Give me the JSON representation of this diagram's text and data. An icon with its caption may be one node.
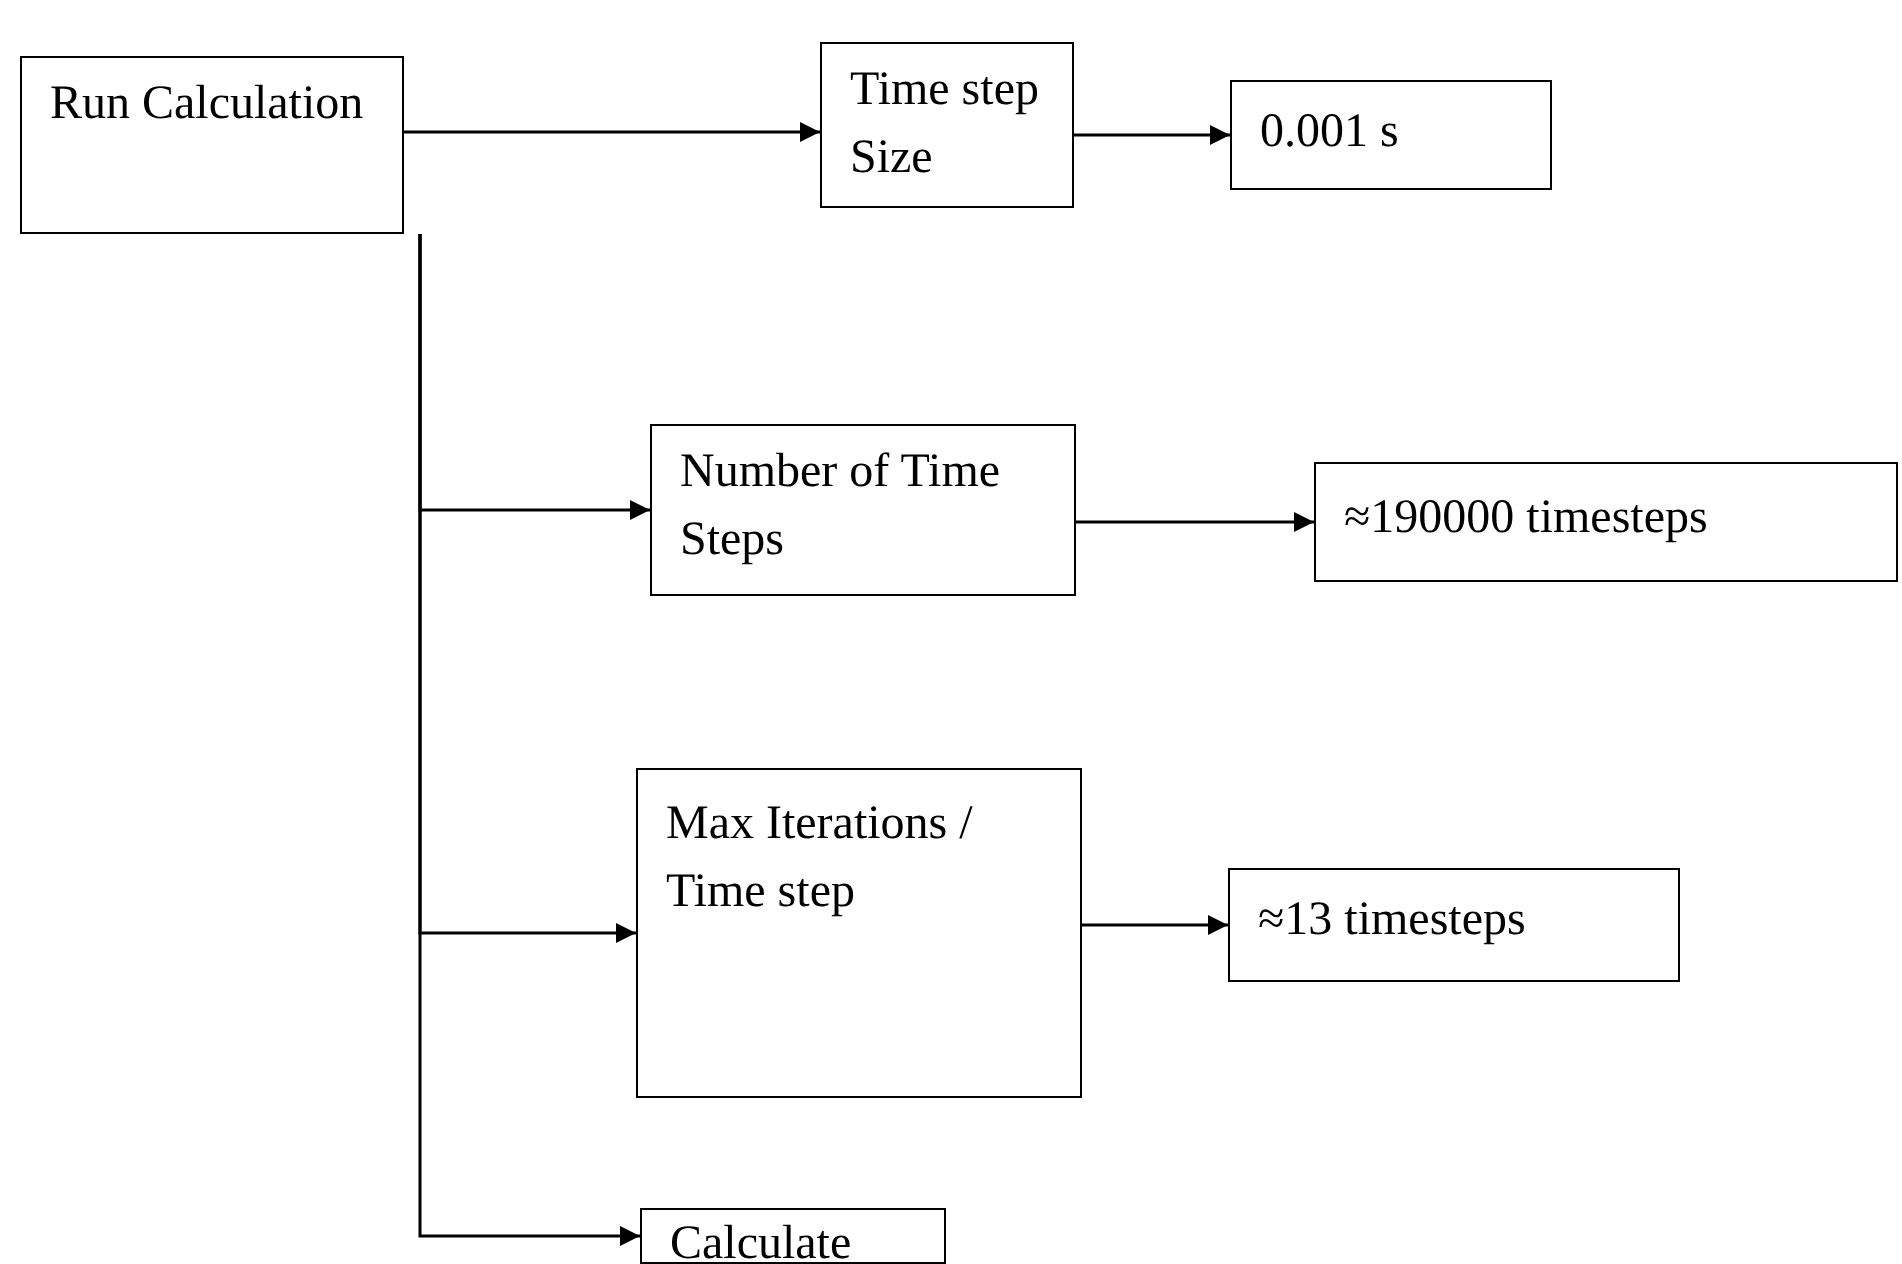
{
  "diagram": {
    "nodes": [
      {
        "text": [
          "Run Calculation"
        ]
      },
      {
        "text": [
          "Time step Size"
        ]
      },
      {
        "text": [
          "0.001 s"
        ]
      },
      {
        "text": [
          "Number of Time Steps"
        ]
      },
      {
        "text": [
          "≈190000 timesteps"
        ]
      },
      {
        "text": [
          "Max Iterations / Time step"
        ]
      },
      {
        "text": [
          "≈13 timesteps"
        ]
      },
      {
        "text": [
          "Calculate"
        ]
      }
    ],
    "edges": [
      {
        "from": 0,
        "to": 1,
        "arrow": "to"
      },
      {
        "from": 1,
        "to": 2,
        "arrow": "to"
      },
      {
        "from": 0,
        "to": 3,
        "arrow": "to"
      },
      {
        "from": 3,
        "to": 4,
        "arrow": "to"
      },
      {
        "from": 0,
        "to": 5,
        "arrow": "to"
      },
      {
        "from": 5,
        "to": 6,
        "arrow": "to"
      },
      {
        "from": 0,
        "to": 7,
        "arrow": "to"
      }
    ]
  }
}
